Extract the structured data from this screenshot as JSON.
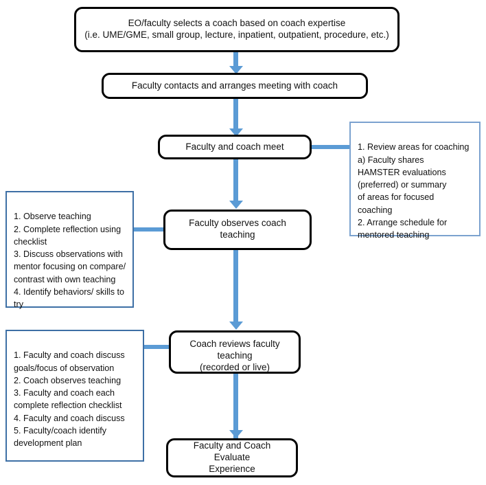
{
  "diagram": {
    "title": "Faculty teaching coaching process flowchart",
    "colors": {
      "arrow": "#5b9bd5",
      "process_border": "#000000",
      "note_border": "#3d6fa5",
      "note_border_light": "#7ba2cf",
      "background": "#ffffff",
      "text": "#111111"
    },
    "process_steps": [
      {
        "id": "select-coach",
        "text": "EO/faculty selects a coach based on coach expertise\n(i.e. UME/GME, small group, lecture, inpatient, outpatient, procedure, etc.)"
      },
      {
        "id": "contact-coach",
        "text": "Faculty contacts and arranges meeting with coach"
      },
      {
        "id": "faculty-coach-meet",
        "text": "Faculty and coach meet"
      },
      {
        "id": "faculty-observes-coach",
        "text": "Faculty observes coach teaching"
      },
      {
        "id": "coach-reviews-faculty",
        "text": "Coach reviews faculty teaching\n(recorded or live)"
      },
      {
        "id": "evaluate-experience",
        "text": "Faculty and Coach Evaluate\nExperience"
      }
    ],
    "notes": [
      {
        "id": "note-meeting-agenda",
        "attached_to": "faculty-coach-meet",
        "side": "right",
        "text": "1. Review areas for coaching\n        a)  Faculty shares\n        HAMSTER evaluations\n        (preferred) or summary\n        of areas for focused\n        coaching\n2. Arrange schedule for\nmentored teaching"
      },
      {
        "id": "note-observation-tasks",
        "attached_to": "faculty-observes-coach",
        "side": "left",
        "text": "1.  Observe teaching\n2.  Complete reflection using\nchecklist\n3.  Discuss observations with\nmentor focusing on compare/\ncontrast with own teaching\n4. Identify behaviors/ skills to\ntry"
      },
      {
        "id": "note-review-tasks",
        "attached_to": "coach-reviews-faculty",
        "side": "left",
        "text": "1. Faculty and coach discuss\ngoals/focus of observation\n2.  Coach observes teaching\n3. Faculty and coach each\ncomplete reflection checklist\n4.  Faculty and coach discuss\n5. Faculty/coach identify\ndevelopment plan"
      }
    ],
    "connectors": [
      {
        "id": "arrow-select-to-contact",
        "type": "arrow-down"
      },
      {
        "id": "arrow-contact-to-meet",
        "type": "arrow-down"
      },
      {
        "id": "arrow-meet-to-observe",
        "type": "arrow-down"
      },
      {
        "id": "arrow-observe-to-review",
        "type": "arrow-down"
      },
      {
        "id": "arrow-review-to-evaluate",
        "type": "arrow-down"
      },
      {
        "id": "line-meet-to-note",
        "type": "line-horizontal"
      },
      {
        "id": "line-observe-to-note",
        "type": "line-horizontal"
      },
      {
        "id": "line-review-to-note",
        "type": "line-horizontal"
      }
    ]
  }
}
